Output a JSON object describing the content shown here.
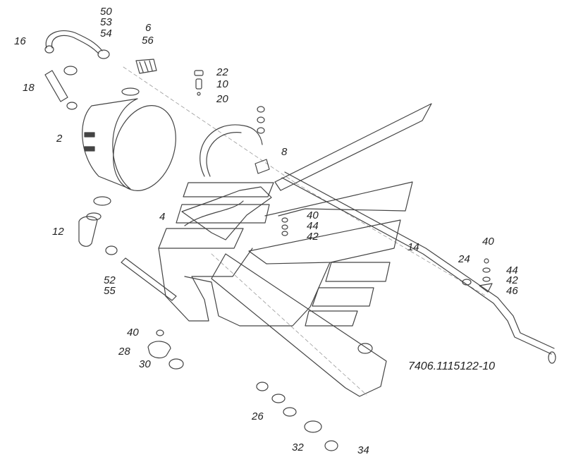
{
  "part_code": "7406.1115122-10",
  "callouts": [
    "50",
    "53",
    "54",
    "6",
    "56",
    "16",
    "22",
    "10",
    "20",
    "18",
    "2",
    "8",
    "4",
    "40",
    "44",
    "42",
    "12",
    "14",
    "24",
    "40",
    "44",
    "42",
    "46",
    "52",
    "55",
    "40",
    "28",
    "30",
    "26",
    "32",
    "34"
  ],
  "colors": {
    "line": "#444444",
    "faint": "#9a9a9a",
    "text": "#222222"
  }
}
